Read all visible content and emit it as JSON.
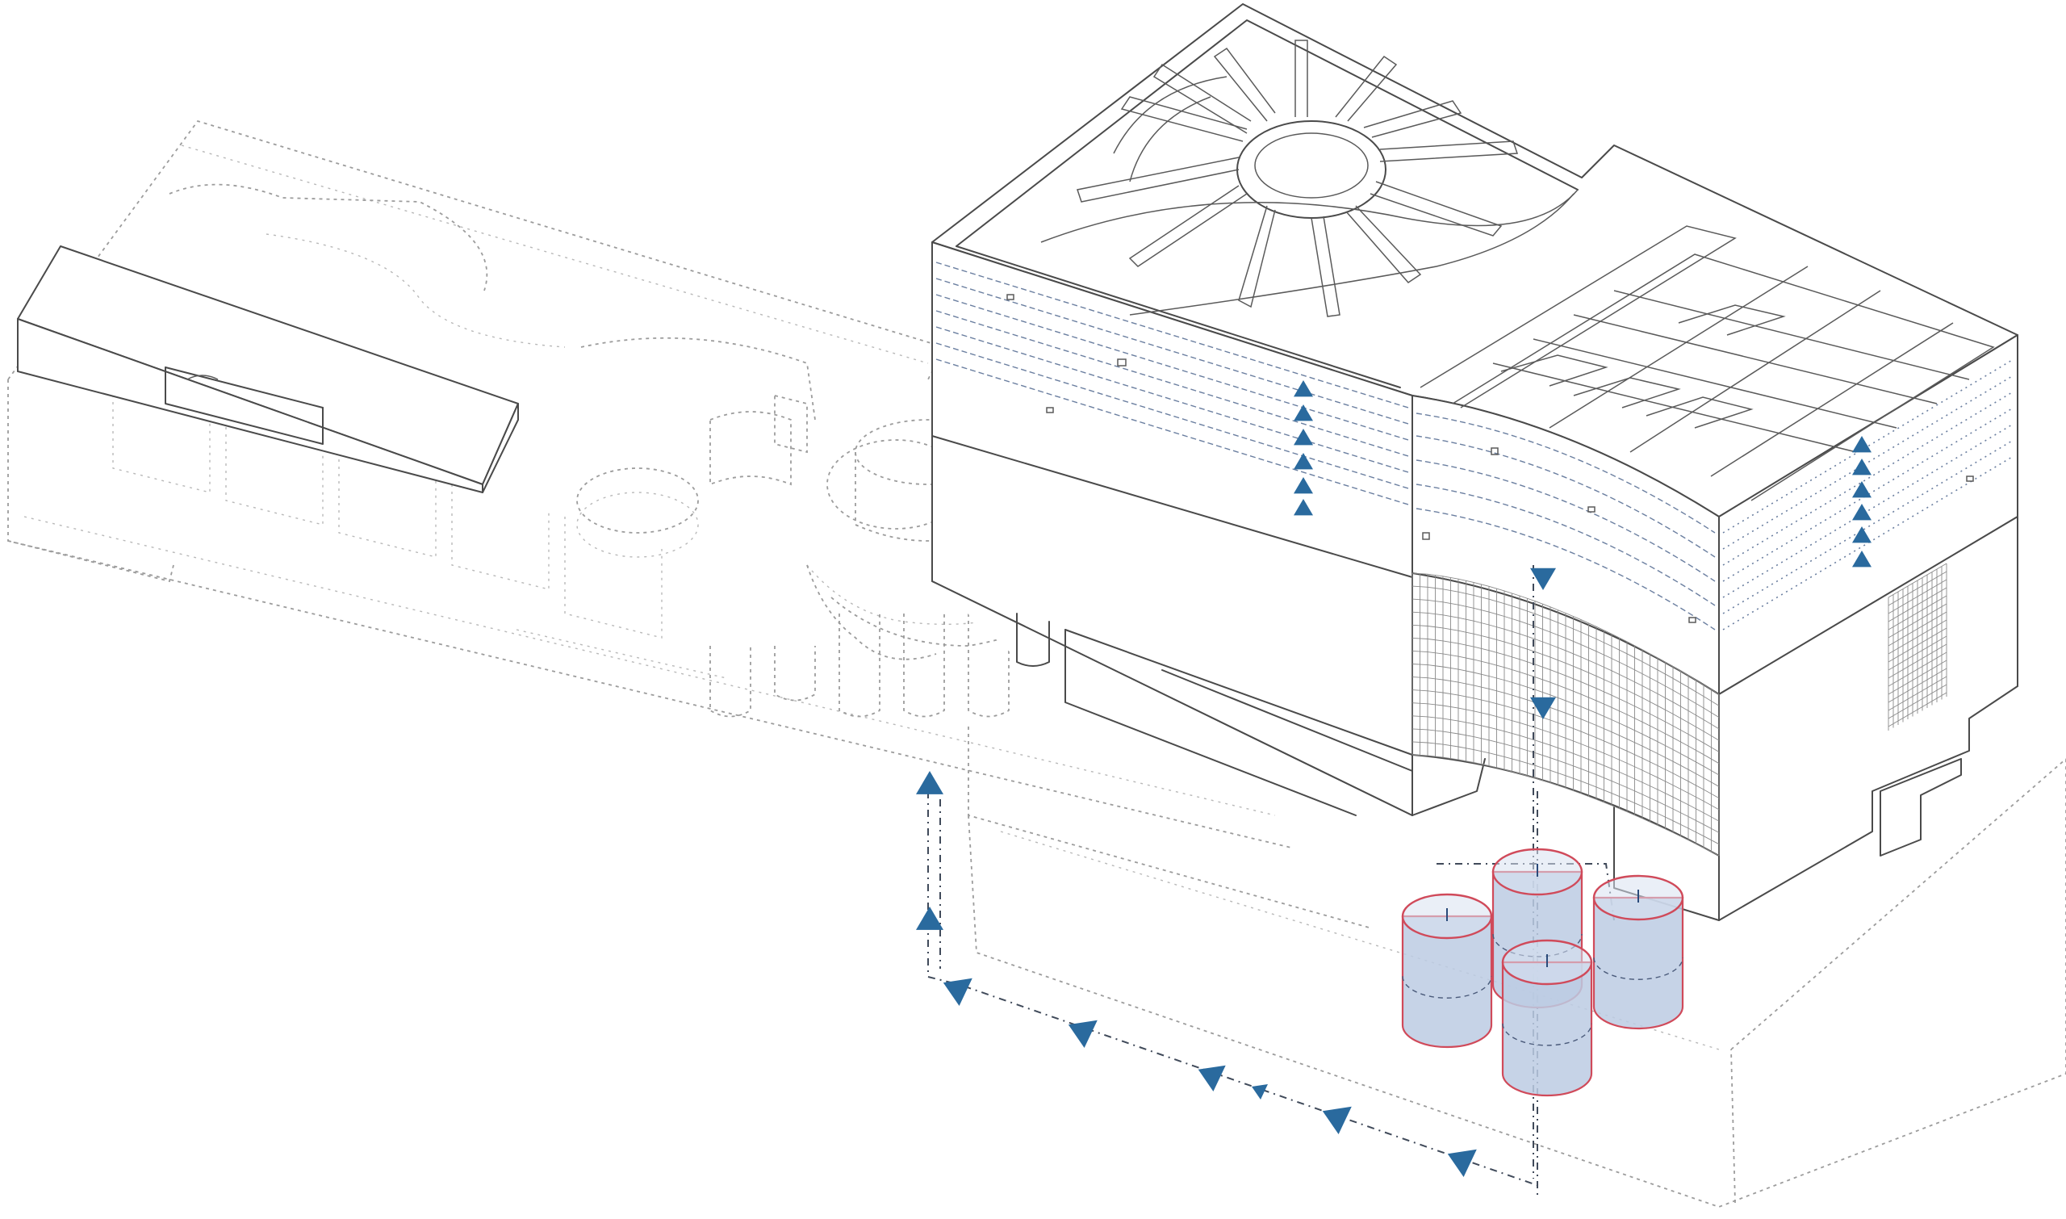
{
  "colors": {
    "arrow": "#2a6a9e",
    "tank_fill": "#bccbe3",
    "tank_outline": "#d04a5a",
    "ghost_line": "#9c9c9c",
    "solid_line": "#4a4a4a"
  },
  "elements": {
    "main_building": "main-block",
    "left_building": "annex-block",
    "tanks": [
      "tank-a",
      "tank-b",
      "tank-c",
      "tank-d"
    ]
  },
  "icons": {
    "flow_arrow": "triangle-arrow-icon"
  }
}
